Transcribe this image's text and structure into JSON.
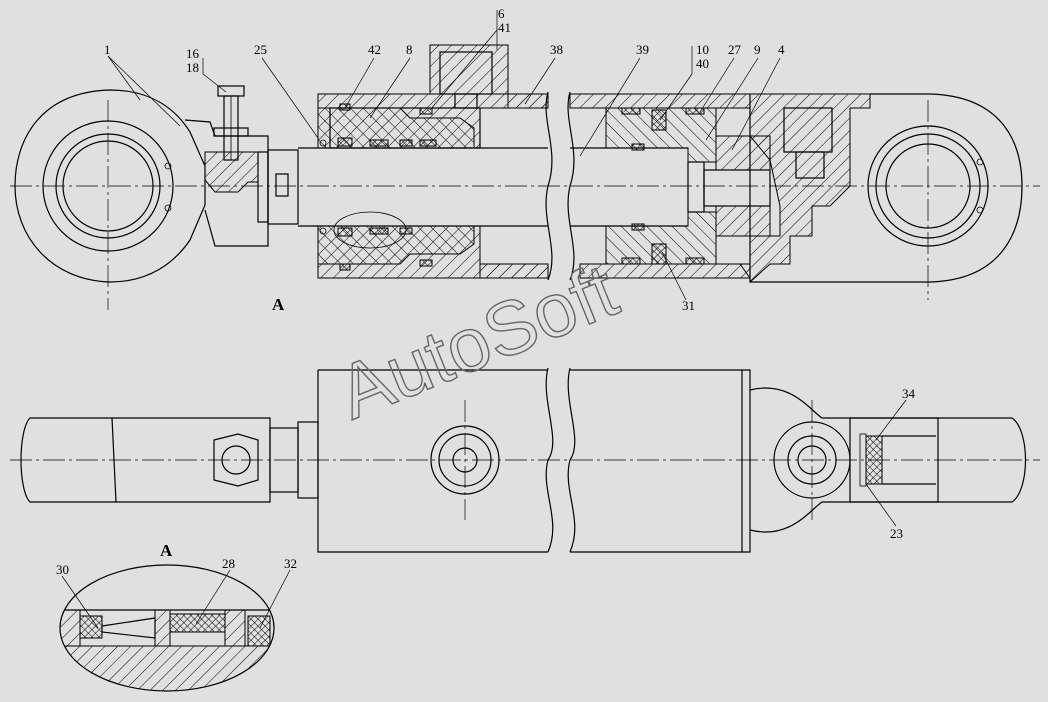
{
  "labels": {
    "part_1": "1",
    "part_16": "16",
    "part_18": "18",
    "part_25": "25",
    "part_42": "42",
    "part_8": "8",
    "part_6": "6",
    "part_41": "41",
    "part_38": "38",
    "part_39": "39",
    "part_10": "10",
    "part_40": "40",
    "part_27": "27",
    "part_9": "9",
    "part_4": "4",
    "part_31": "31",
    "part_34": "34",
    "part_23": "23",
    "part_30": "30",
    "part_28": "28",
    "part_32": "32",
    "view_a_marker": "A",
    "detail_a_title": "A"
  },
  "watermark": "AutoSoft",
  "colors": {
    "background": "#e0e0e0",
    "line": "#000000",
    "watermark": "#666666"
  }
}
